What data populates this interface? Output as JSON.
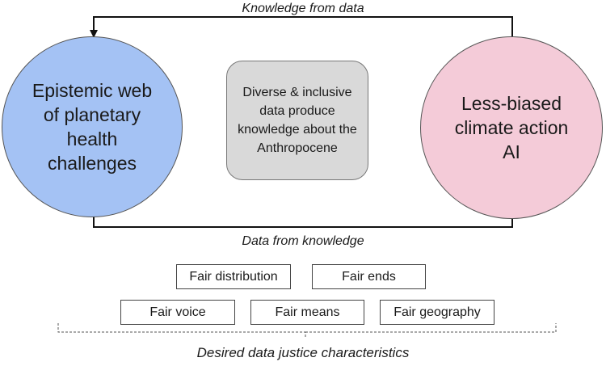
{
  "nodes": {
    "left_circle": "Epistemic web of planetary health challenges",
    "right_circle": "Less-biased climate action AI",
    "center_box": "Diverse & inclusive data produce knowledge about the Anthropocene"
  },
  "edges": {
    "top": "Knowledge from data",
    "bottom": "Data from knowledge"
  },
  "characteristics": [
    "Fair distribution",
    "Fair ends",
    "Fair voice",
    "Fair means",
    "Fair geography"
  ],
  "footer_label": "Desired data justice characteristics",
  "colors": {
    "left_circle": "#a4c2f4",
    "right_circle": "#f4cbd8",
    "center_box": "#d9d9d9"
  }
}
